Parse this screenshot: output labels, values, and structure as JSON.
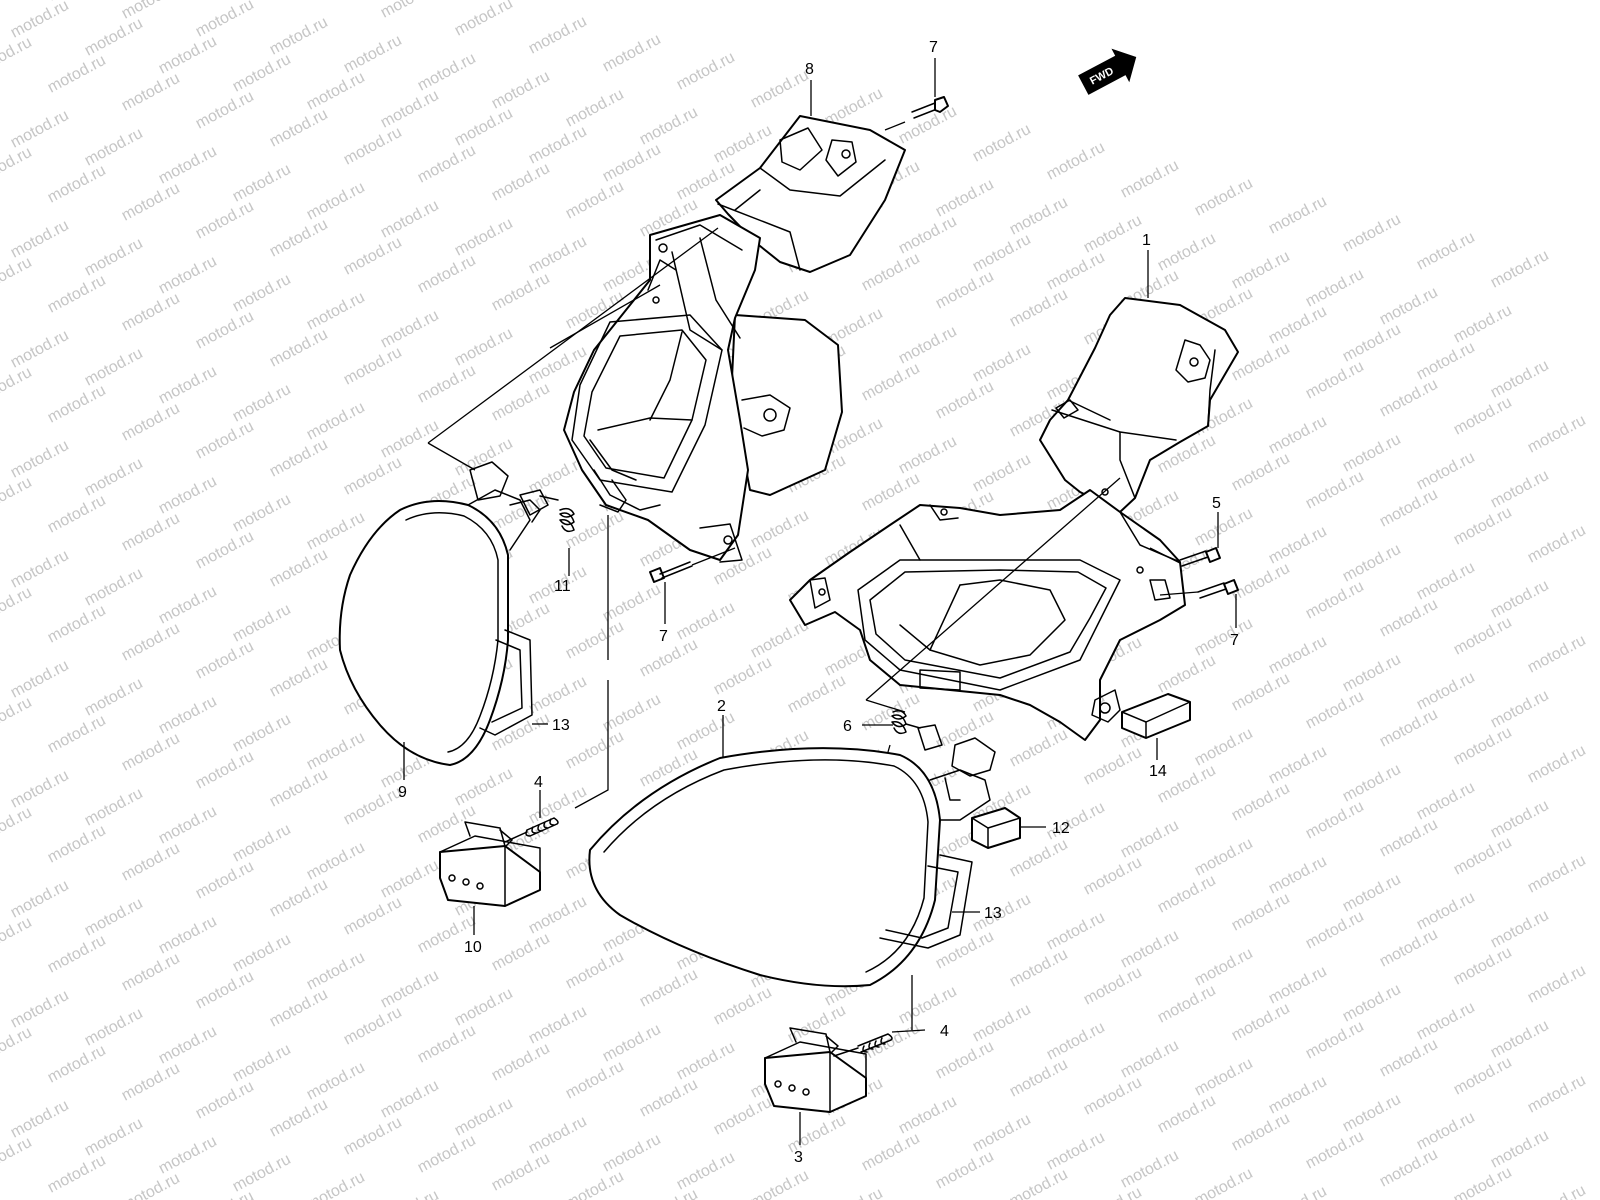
{
  "diagram": {
    "watermark_text": "motod.ru",
    "fwd_label": "FWD",
    "callouts": {
      "c1": "1",
      "c2": "2",
      "c3": "3",
      "c4a": "4",
      "c4b": "4",
      "c5": "5",
      "c6": "6",
      "c7a": "7",
      "c7b": "7",
      "c7c": "7",
      "c8": "8",
      "c9": "9",
      "c10": "10",
      "c11": "11",
      "c12": "12",
      "c13a": "13",
      "c13b": "13",
      "c14": "14"
    }
  }
}
